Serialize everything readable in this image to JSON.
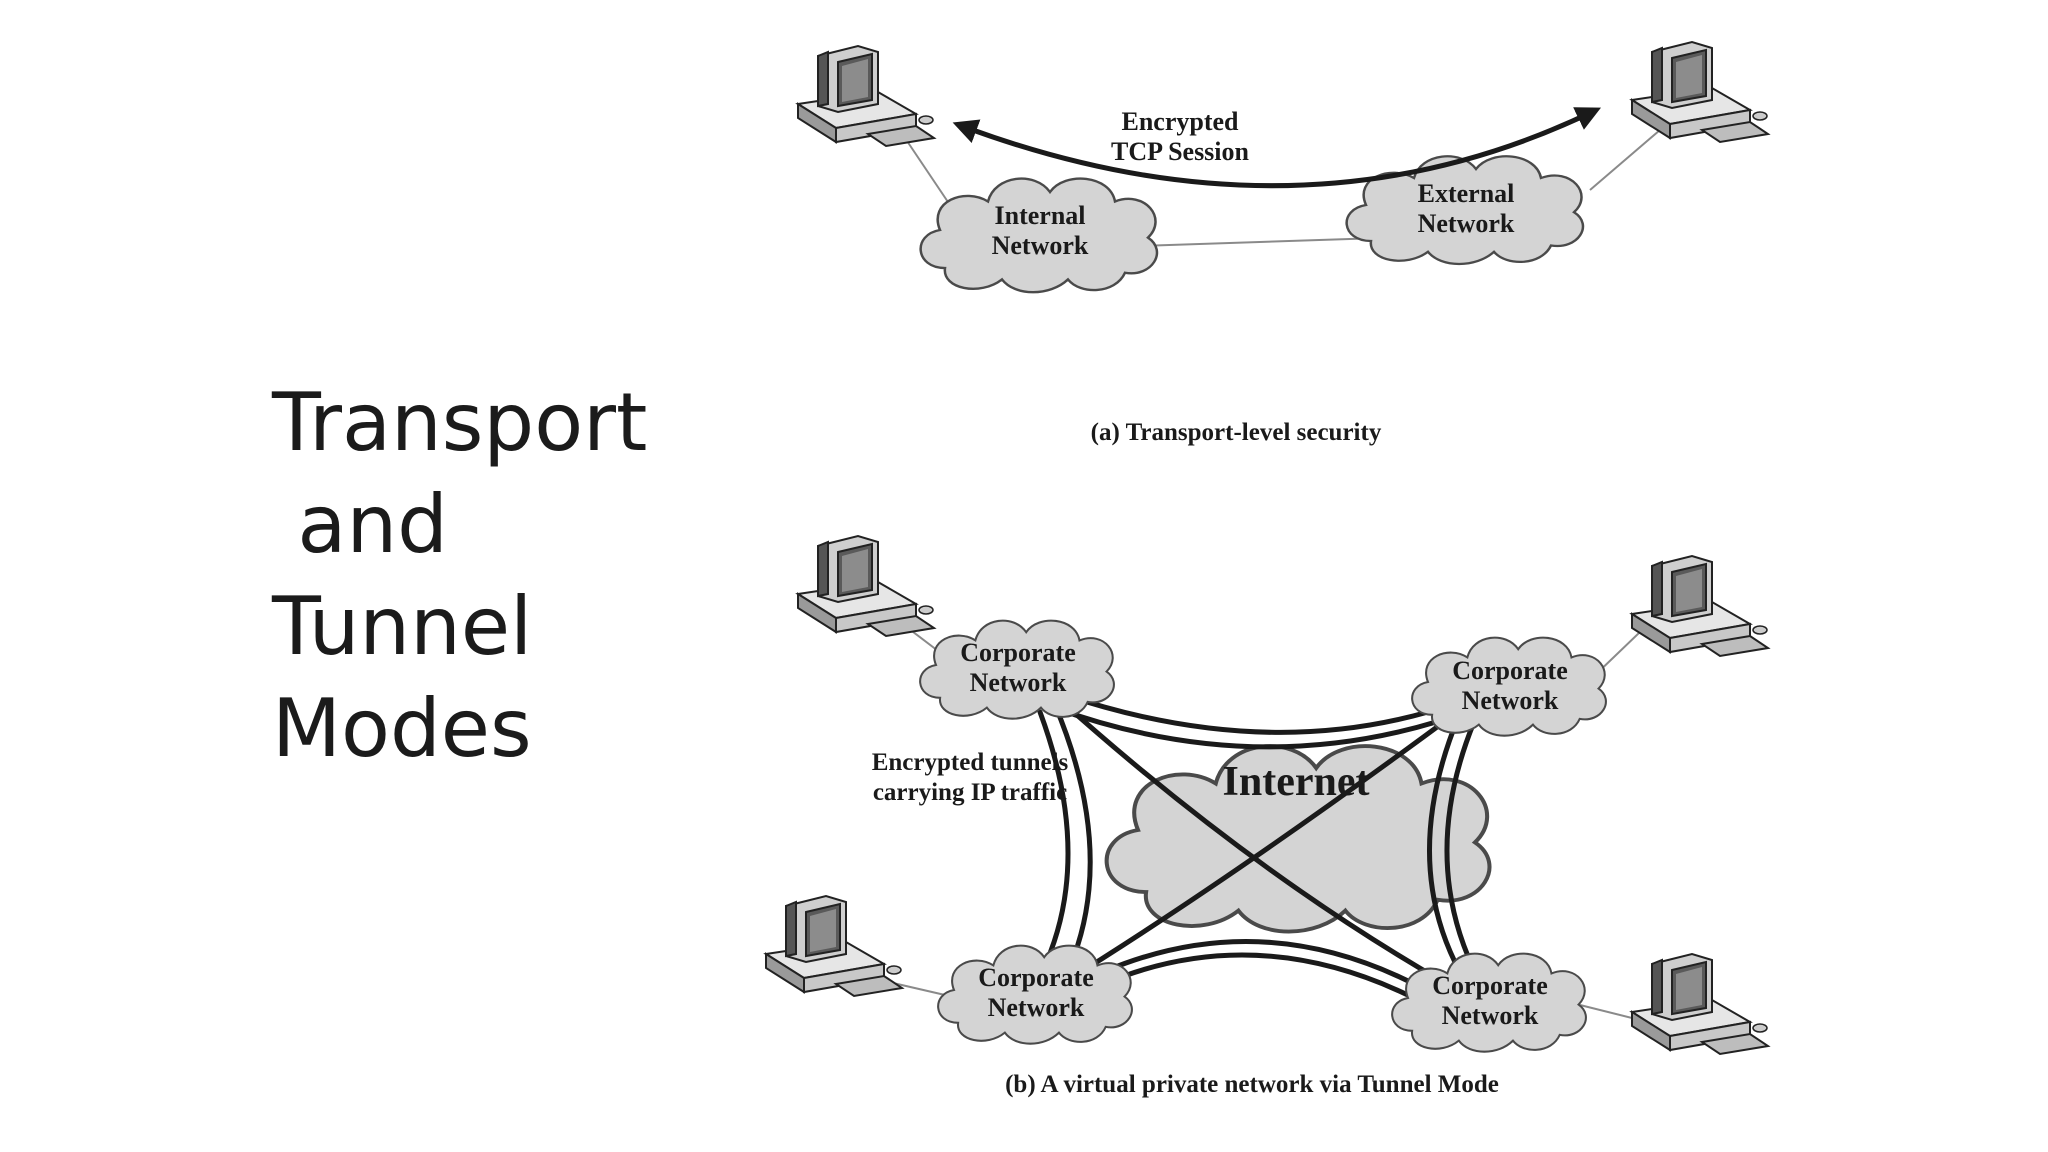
{
  "slide": {
    "title_lines": [
      "Transport",
      " and",
      "Tunnel",
      "Modes"
    ]
  },
  "diagram_a": {
    "session_label_line1": "Encrypted",
    "session_label_line2": "TCP Session",
    "internal_network_line1": "Internal",
    "internal_network_line2": "Network",
    "external_network_line1": "External",
    "external_network_line2": "Network",
    "caption": "(a) Transport-level security"
  },
  "diagram_b": {
    "corporate_line1": "Corporate",
    "corporate_line2": "Network",
    "internet_label": "Internet",
    "tunnels_label_line1": "Encrypted tunnels",
    "tunnels_label_line2": "carrying IP traffic",
    "caption": "(b) A virtual private network via Tunnel Mode"
  },
  "colors": {
    "cloud_fill": "#d4d4d4",
    "cloud_stroke": "#4a4a4a",
    "text": "#1a1a1a"
  },
  "icons": [
    "desktop-computer-icon",
    "network-cloud-icon"
  ]
}
